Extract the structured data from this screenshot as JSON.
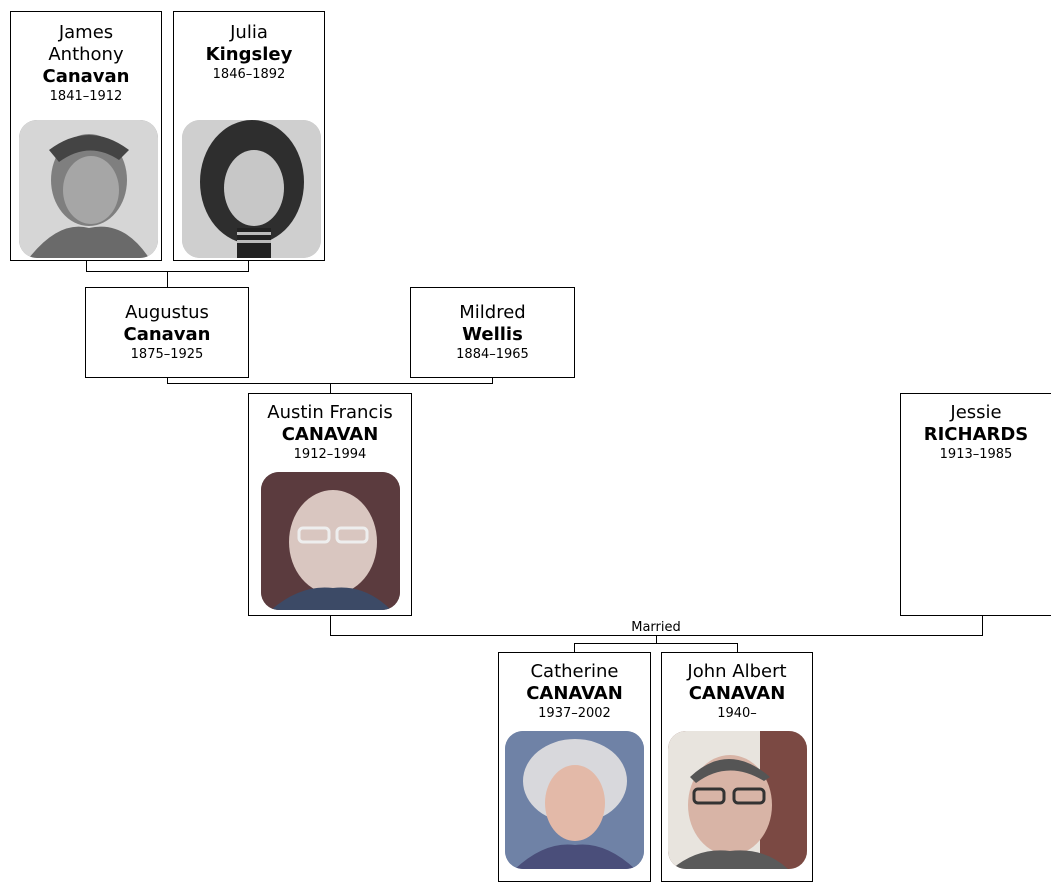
{
  "people": [
    {
      "given": "James Anthony",
      "surname": "Canavan",
      "dates": "1841–1912",
      "photo": "portrait-photo"
    },
    {
      "given": "Julia",
      "surname": "Kingsley",
      "dates": "1846–1892",
      "photo": "portrait-photo"
    },
    {
      "given": "Augustus",
      "surname": "Canavan",
      "dates": "1875–1925"
    },
    {
      "given": "Mildred",
      "surname": "Wellis",
      "dates": "1884–1965"
    },
    {
      "given": "Austin Francis",
      "surname": "CANAVAN",
      "dates": "1912–1994",
      "photo": "portrait-photo"
    },
    {
      "given": "Jessie",
      "surname": "RICHARDS",
      "dates": "1913–1985"
    },
    {
      "given": "Catherine",
      "surname": "CANAVAN",
      "dates": "1937–2002",
      "photo": "portrait-photo"
    },
    {
      "given": "John Albert",
      "surname": "CANAVAN",
      "dates": "1940–",
      "photo": "portrait-photo"
    }
  ],
  "relationship_label": "Married"
}
